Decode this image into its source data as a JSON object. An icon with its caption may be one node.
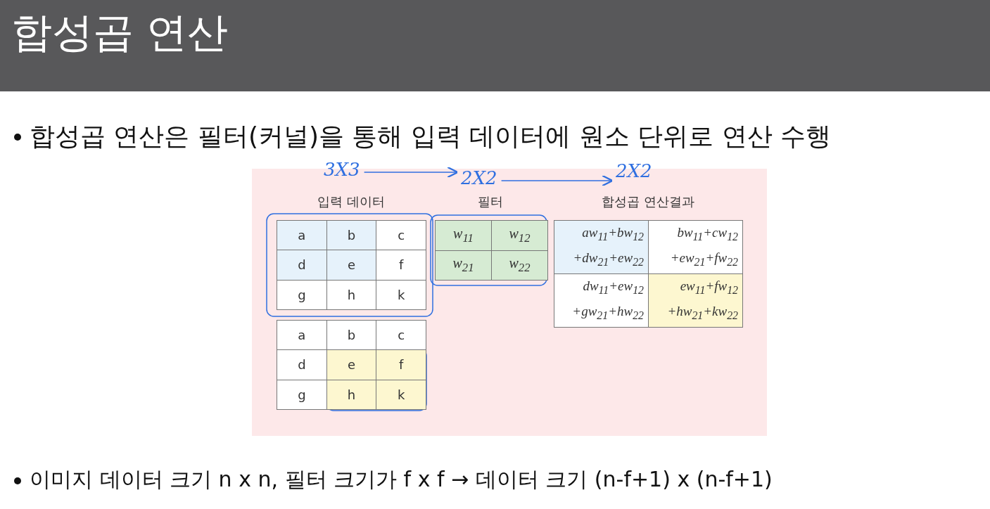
{
  "diagram": {
    "title": "합성곱 연산",
    "nodes": [
      {
        "text": [
          "3X3"
        ]
      },
      {
        "text": [
          "2X2"
        ]
      },
      {
        "text": [
          "2X2"
        ]
      }
    ],
    "edges": [
      {
        "from": 0,
        "to": 1,
        "arrow": "to"
      },
      {
        "from": 1,
        "to": 2,
        "arrow": "to"
      }
    ],
    "labels": [
      "합성곱 연산은 필터(커널)을 통해 입력 데이터에 원소 단위로 연산 수행",
      "입력 데이터",
      "필터",
      "합성곱 연산결과",
      "a",
      "b",
      "c",
      "d",
      "e",
      "f",
      "g",
      "h",
      "k",
      "w$_{11}$",
      "w$_{12}$",
      "w$_{21}$",
      "w$_{22}$",
      "aw$_{11}$+bw$_{12}$ +dw$_{21}$+ew$_{22}$",
      "bw$_{11}$+cw$_{12}$ +ew$_{21}$+fw$_{22}$",
      "dw$_{11}$+ew$_{12}$ +gw$_{21}$+hw$_{22}$",
      "ew$_{11}$+fw$_{12}$ +hw$_{21}$+kw$_{22}$",
      "a",
      "b",
      "c",
      "d",
      "e",
      "f",
      "g",
      "h",
      "k",
      "이미지 데이터 크기 n x n, 필터 크기가 f x f → 데이터 크기 (n-f+1) x (n-f+1)"
    ]
  }
}
